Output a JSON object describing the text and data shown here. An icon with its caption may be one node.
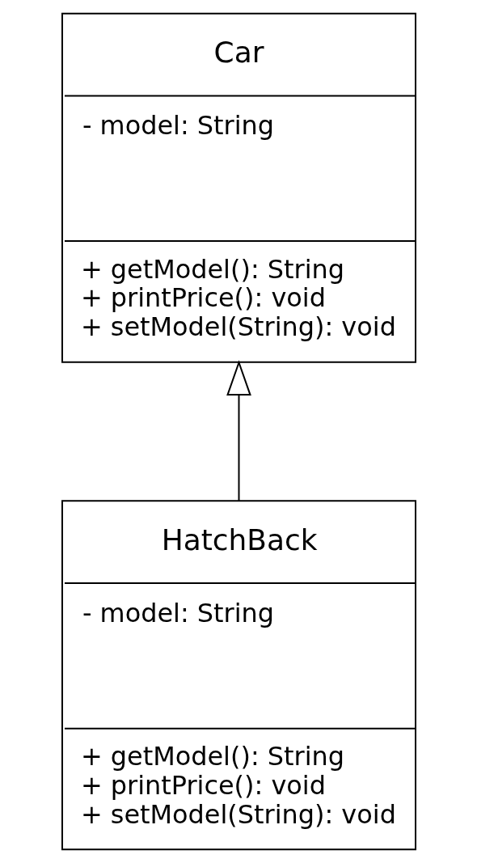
{
  "diagram": {
    "nodes": [
      {
        "text": [
          "Car",
          "- model: String",
          "+ getModel(): String",
          "+ printPrice(): void",
          "+ setModel(String): void"
        ]
      },
      {
        "text": [
          "HatchBack",
          "- model: String",
          "+ getModel(): String",
          "+ printPrice(): void",
          "+ setModel(String): void"
        ]
      }
    ],
    "edges": [
      {
        "from": 1,
        "to": 0,
        "arrow": "to"
      }
    ]
  }
}
